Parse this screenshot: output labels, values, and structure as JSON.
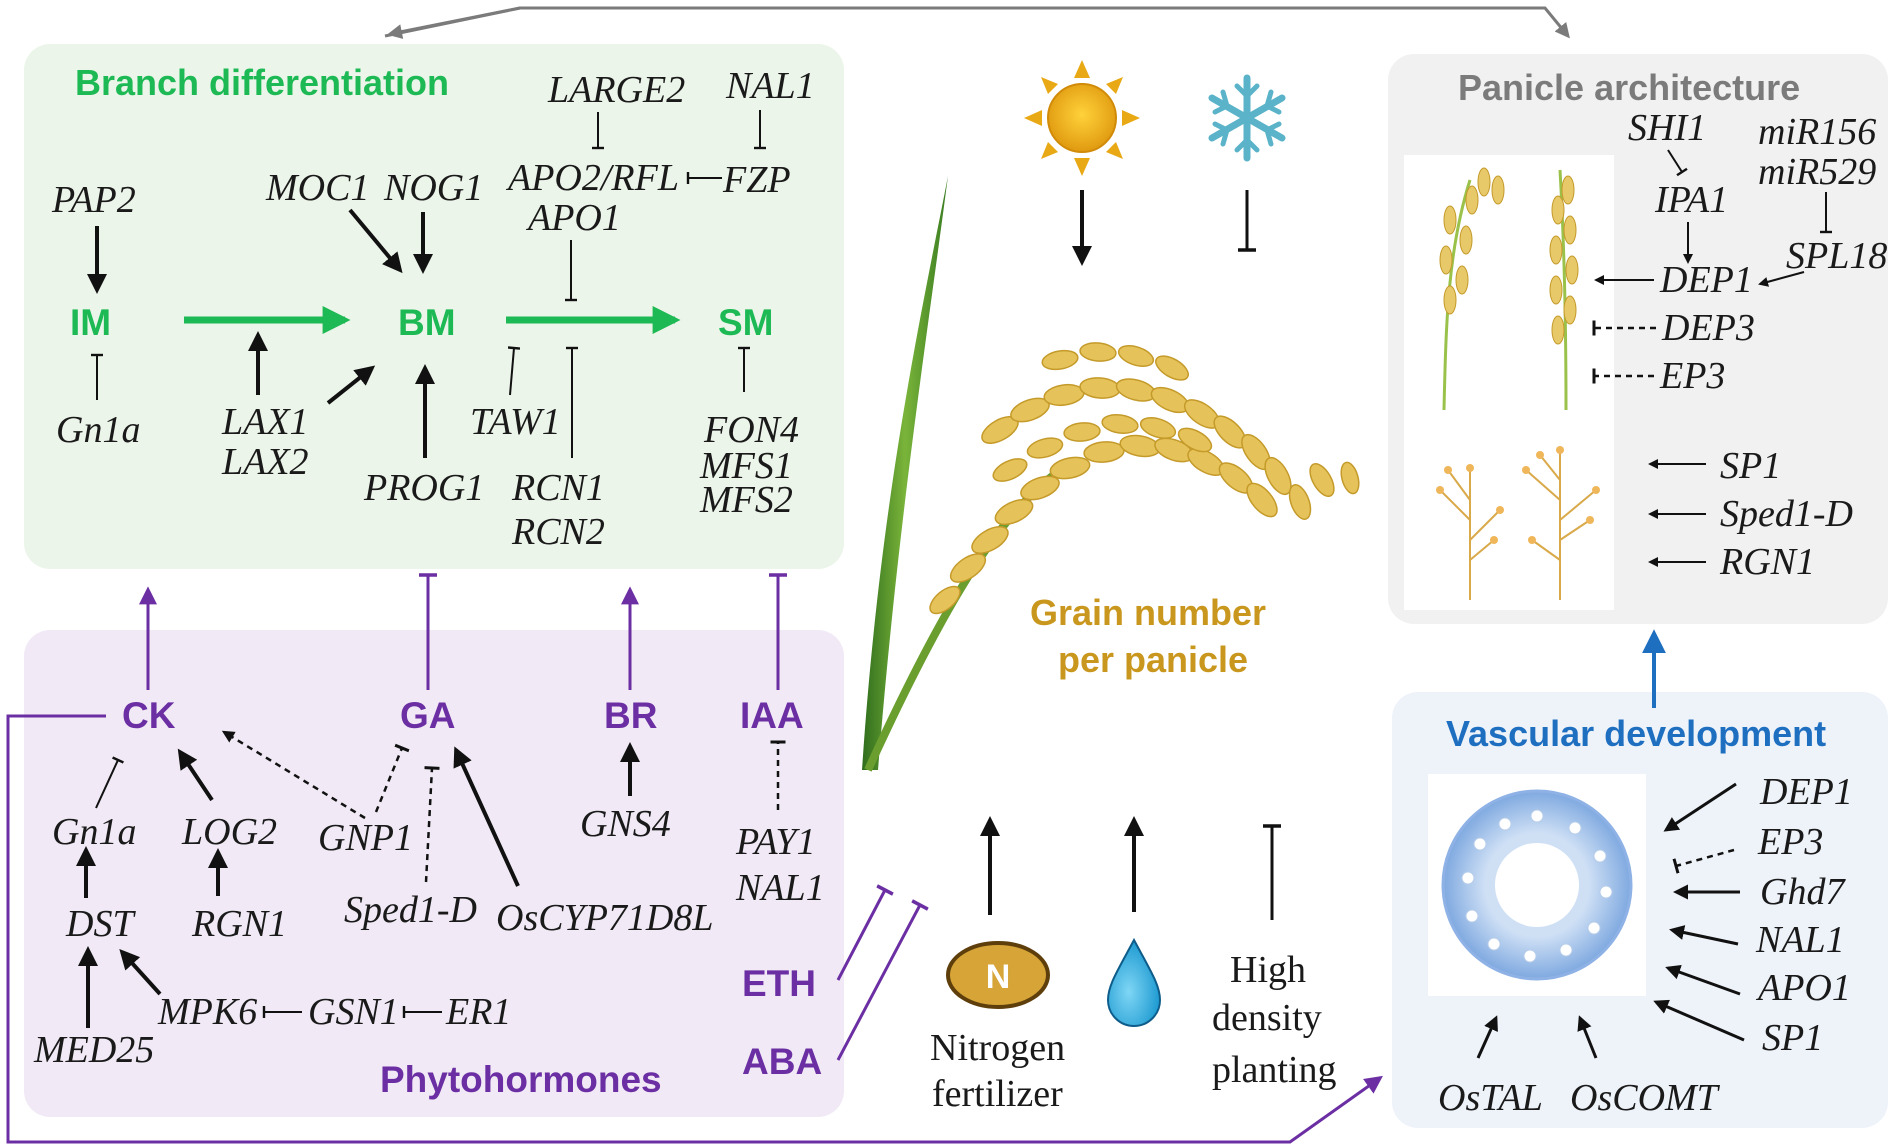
{
  "boxes": {
    "branch_title": "Branch differentiation",
    "panicle_title": "Panicle architecture",
    "vascular_title": "Vascular development",
    "phyto_title": "Phytohormones",
    "grain_line1": "Grain number",
    "grain_line2": "per panicle"
  },
  "meristems": {
    "im": "IM",
    "bm": "BM",
    "sm": "SM"
  },
  "hormones": {
    "ck": "CK",
    "ga": "GA",
    "br": "BR",
    "iaa": "IAA",
    "eth": "ETH",
    "aba": "ABA"
  },
  "branch_genes": {
    "pap2": "PAP2",
    "gn1a": "Gn1a",
    "moc1": "MOC1",
    "nog1": "NOG1",
    "lax1": "LAX1",
    "lax2": "LAX2",
    "prog1": "PROG1",
    "large2": "LARGE2",
    "nal1": "NAL1",
    "apo2rfl": "APO2/RFL",
    "fzp": "FZP",
    "apo1": "APO1",
    "taw1": "TAW1",
    "rcn1": "RCN1",
    "rcn2": "RCN2",
    "fon4": "FON4",
    "mfs1": "MFS1",
    "mfs2": "MFS2"
  },
  "phyto_genes": {
    "gn1a": "Gn1a",
    "log2": "LOG2",
    "gnp1": "GNP1",
    "dst": "DST",
    "rgn1": "RGN1",
    "sped1d": "Sped1-D",
    "oscyp": "OsCYP71D8L",
    "gns4": "GNS4",
    "pay1": "PAY1",
    "nal1": "NAL1",
    "mpk6": "MPK6",
    "gsn1": "GSN1",
    "er1": "ER1",
    "med25": "MED25"
  },
  "panicle_genes": {
    "shi1": "SHI1",
    "ipa1": "IPA1",
    "mir156": "miR156",
    "mir529": "miR529",
    "spl18": "SPL18",
    "dep1": "DEP1",
    "dep3": "DEP3",
    "ep3": "EP3",
    "sp1": "SP1",
    "sped1d": "Sped1-D",
    "rgn1": "RGN1"
  },
  "vascular_genes": {
    "dep1": "DEP1",
    "ep3": "EP3",
    "ghd7": "Ghd7",
    "nal1": "NAL1",
    "apo1": "APO1",
    "sp1": "SP1",
    "ostal": "OsTAL",
    "oscomt": "OsCOMT"
  },
  "environment": {
    "n_symbol": "N",
    "nitrogen_line1": "Nitrogen",
    "nitrogen_line2": "fertilizer",
    "density_line1": "High",
    "density_line2": "density",
    "density_line3": "planting"
  },
  "colors": {
    "branch_bg": "#ecf5ea",
    "phyto_bg": "#f1eaf6",
    "panicle_bg": "#f1f1f1",
    "vascular_bg": "#eef3fa",
    "green": "#1db954",
    "purple": "#6b2fa3",
    "blue": "#1f6fc0",
    "gold": "#c9971d",
    "gray": "#7b7b7b"
  },
  "icons": [
    "sun-icon",
    "snowflake-icon",
    "water-drop-icon",
    "nitrogen-icon",
    "rice-panicle-illustration",
    "vascular-cross-section"
  ]
}
